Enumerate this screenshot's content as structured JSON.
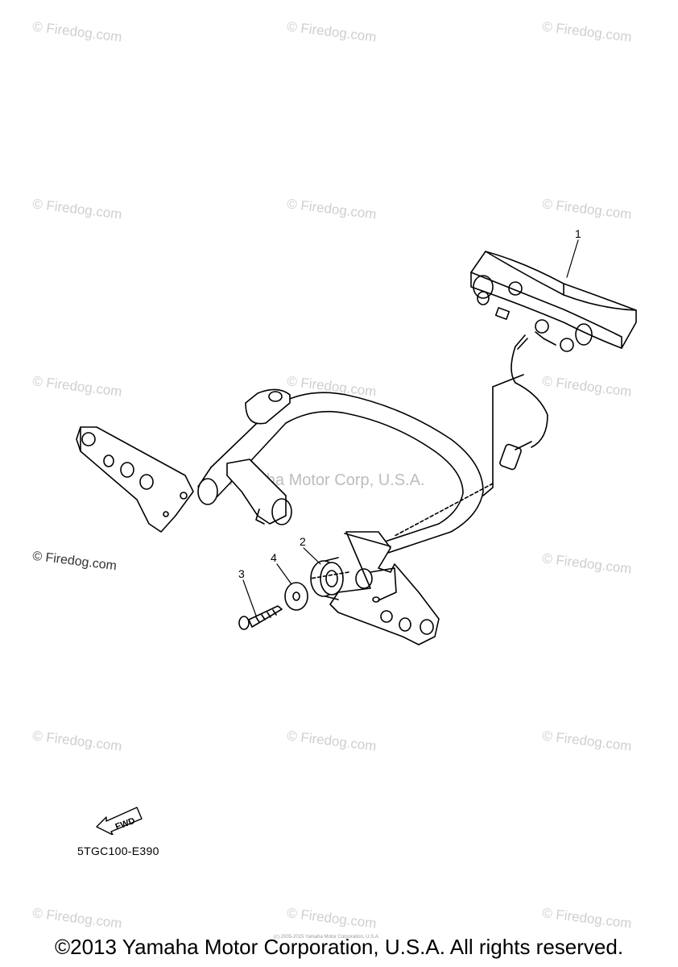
{
  "watermark": {
    "text": "© Firedog.com",
    "marked_text": "© Firedog.com",
    "center_text": "Yamaha Motor Corp, U.S.A."
  },
  "callouts": [
    "1",
    "2",
    "3",
    "4"
  ],
  "fwd_label": "FWD",
  "part_code": "5TGC100-E390",
  "tiny_text": "(c) 2005-2015 Yamaha Motor Corporation, U.S.A.",
  "footer": "©2013 Yamaha Motor Corporation, U.S.A. All rights reserved."
}
